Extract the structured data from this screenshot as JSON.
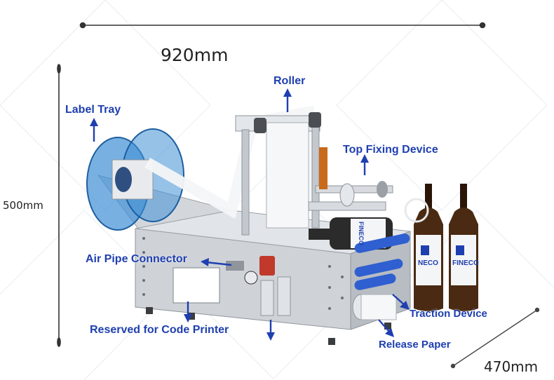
{
  "dimensions": {
    "width": "920mm",
    "height": "500mm",
    "depth": "470mm"
  },
  "callouts": {
    "label_tray": "Label Tray",
    "roller": "Roller",
    "top_fixing_device": "Top Fixing Device",
    "air_pipe_connector": "Air Pipe Connector",
    "reserved_for_code_printer": "Reserved for Code Printer",
    "traction_device": "Traction Device",
    "release_paper": "Release Paper"
  },
  "brand": {
    "logo_text": "FINECO",
    "bottle_label_text": "NECO"
  },
  "colors": {
    "callout_blue": "#1e3fb0",
    "tray_blue": "#3f8fd6",
    "roller_blue": "#2f5fd0",
    "frame_steel": "#c9ced4",
    "bottle_brown": "#4a2a12"
  }
}
